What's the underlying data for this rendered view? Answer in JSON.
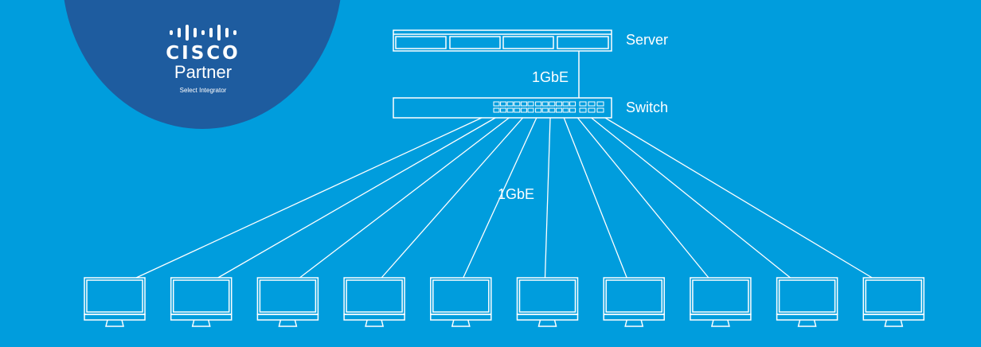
{
  "badge": {
    "brand": "CISCO",
    "title": "Partner",
    "subtitle": "Select Integrator",
    "color": "#1e5c9f"
  },
  "background_color": "#009ddd",
  "devices": {
    "server": "Server",
    "switch": "Switch"
  },
  "links": {
    "server_switch": "1GbE",
    "switch_clients": "1GbE"
  },
  "clients": {
    "count": 10,
    "type": "monitor"
  }
}
